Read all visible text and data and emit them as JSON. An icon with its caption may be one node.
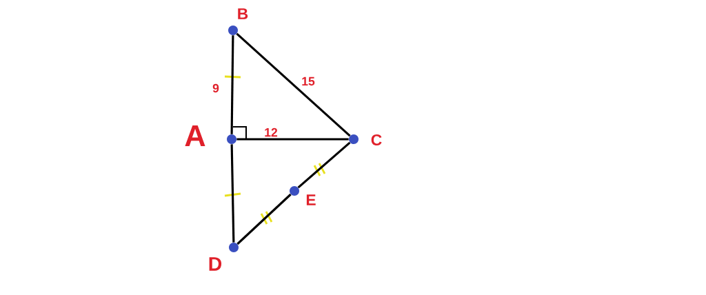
{
  "diagram": {
    "nodes": [
      {
        "text": [],
        "shape": "circle",
        "beside": [
          "B"
        ]
      },
      {
        "text": [],
        "shape": "circle",
        "beside": [
          "A"
        ]
      },
      {
        "text": [],
        "shape": "circle",
        "beside": [
          "C"
        ]
      },
      {
        "text": [],
        "shape": "circle",
        "beside": [
          "D"
        ]
      },
      {
        "text": [],
        "shape": "circle",
        "beside": [
          "E"
        ]
      }
    ],
    "edges": [
      {
        "from": 0,
        "to": 1,
        "arrow": "none",
        "label": "9"
      },
      {
        "from": 1,
        "to": 3,
        "arrow": "none"
      },
      {
        "from": 0,
        "to": 2,
        "arrow": "none",
        "label": "15"
      },
      {
        "from": 1,
        "to": 2,
        "arrow": "none",
        "label": "12"
      },
      {
        "from": 2,
        "to": 4,
        "arrow": "none"
      },
      {
        "from": 4,
        "to": 3,
        "arrow": "none"
      }
    ]
  }
}
